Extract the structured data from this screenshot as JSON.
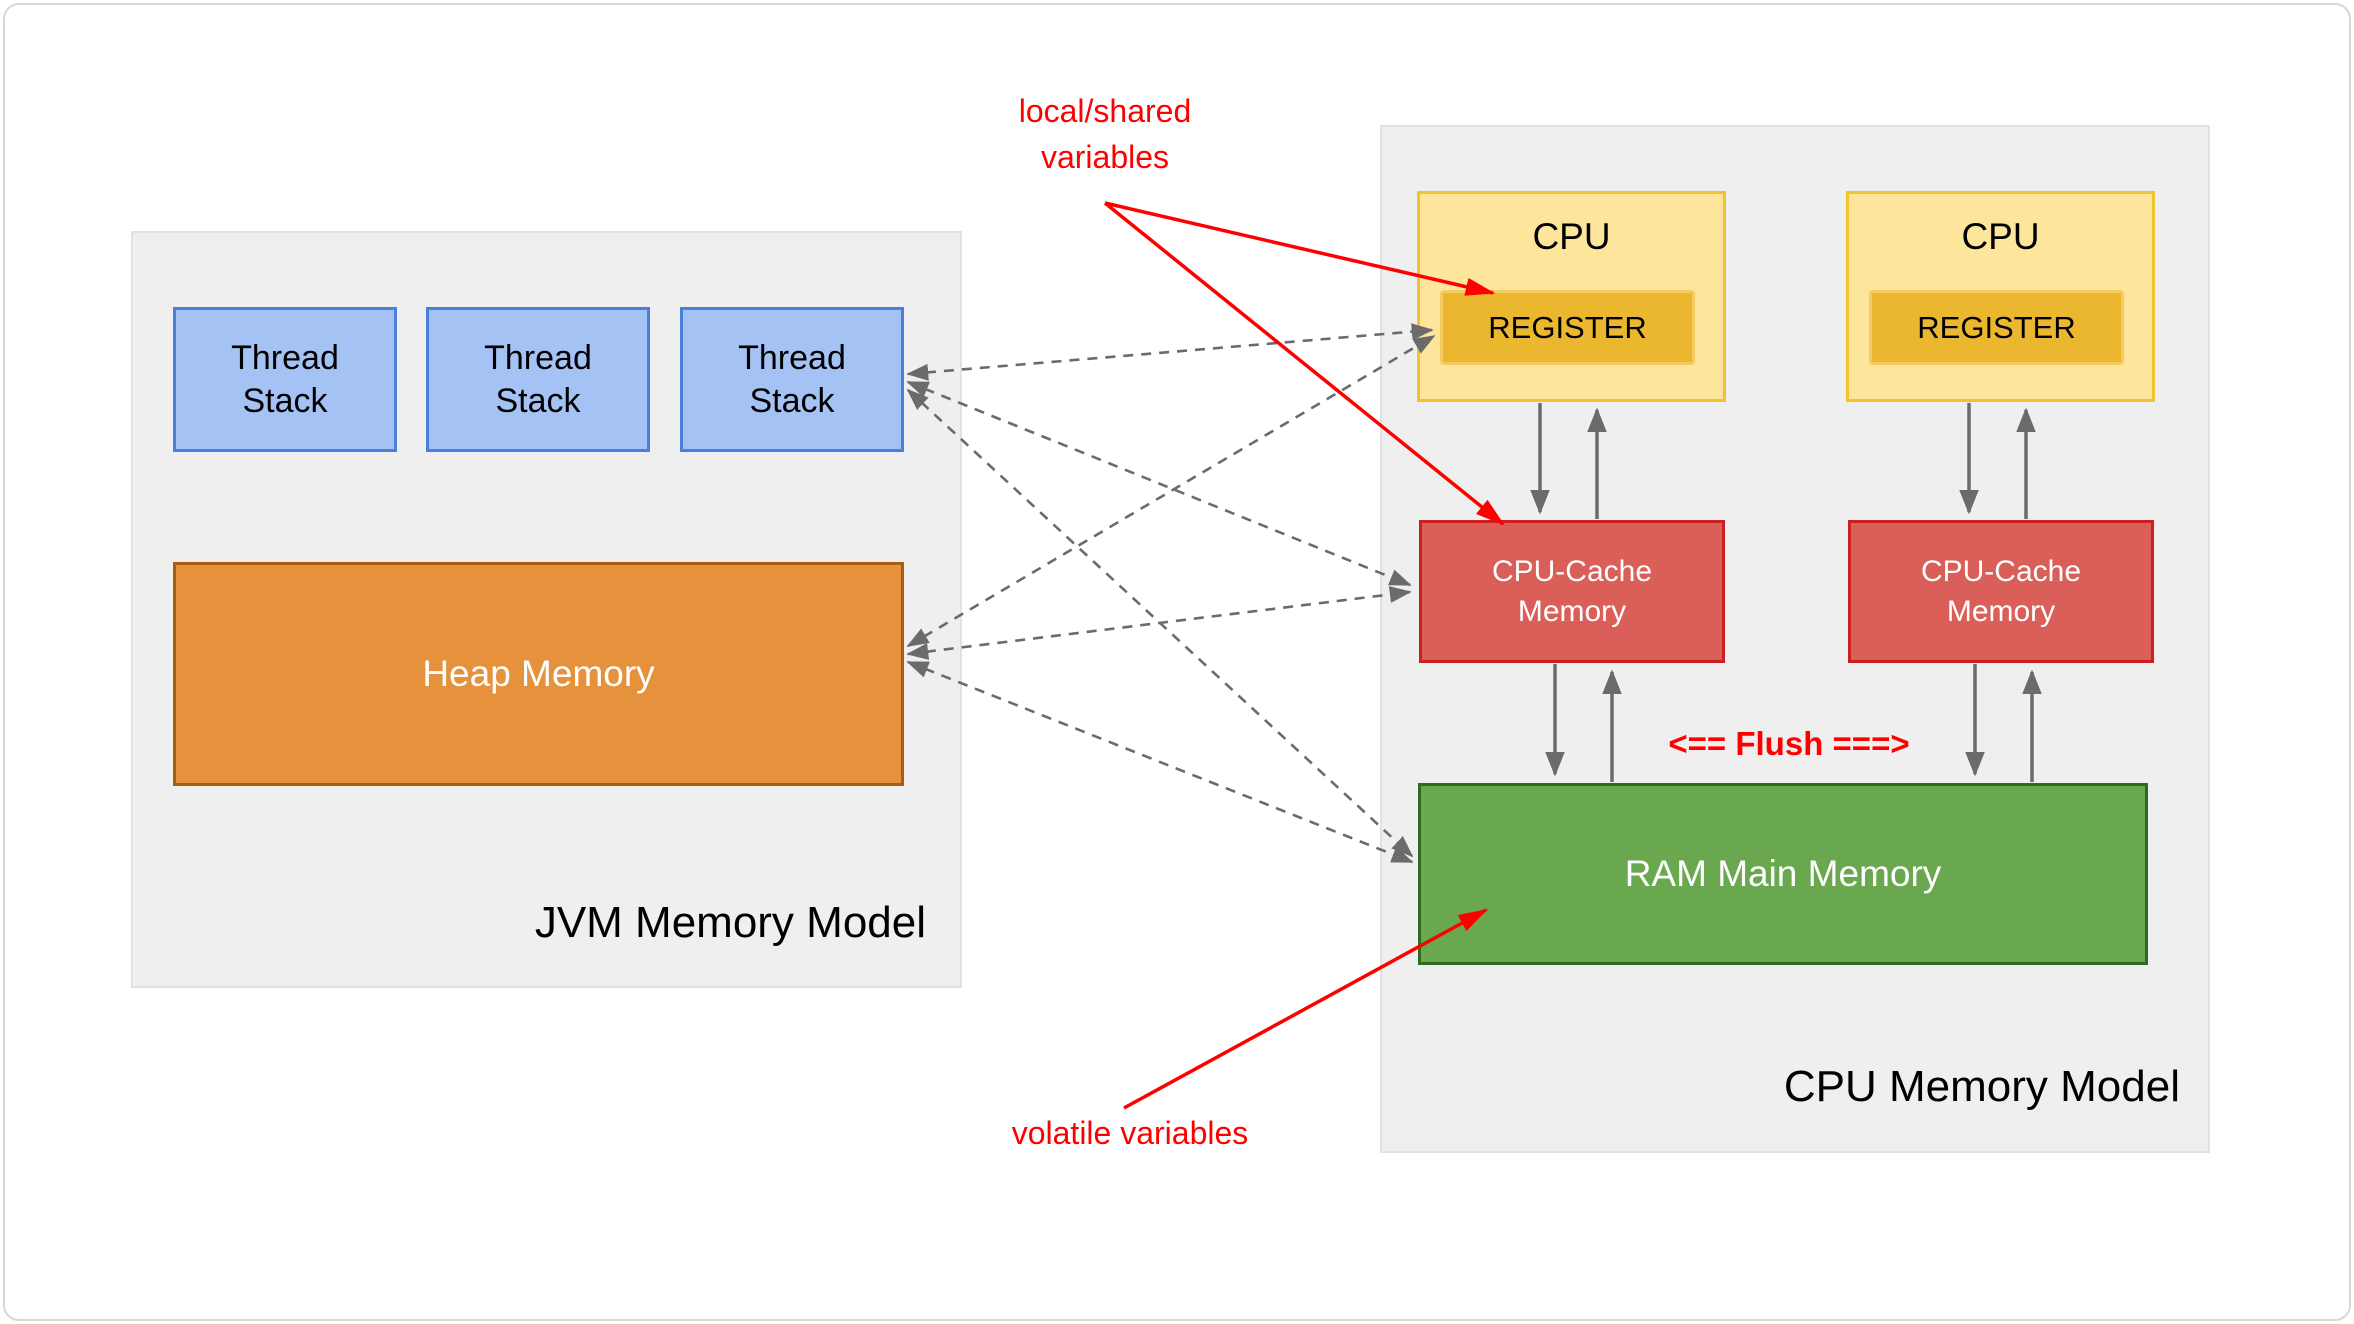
{
  "jvm_panel": {
    "title": "JVM Memory Model",
    "thread_stack": {
      "line1": "Thread",
      "line2": "Stack"
    },
    "heap_label": "Heap Memory"
  },
  "cpu_panel": {
    "title": "CPU Memory Model",
    "cpu_label": "CPU",
    "register_label": "REGISTER",
    "cache": {
      "line1": "CPU-Cache",
      "line2": "Memory"
    },
    "ram_label": "RAM Main Memory"
  },
  "annotations": {
    "local_shared": {
      "line1": "local/shared",
      "line2": "variables"
    },
    "volatile_label": "volatile variables",
    "flush_label": "<== Flush ===>"
  },
  "colors": {
    "panel_bg": "#efefef",
    "panel_border": "#e2e2e2",
    "thread_fill": "#a4c2f4",
    "thread_border": "#4a80d9",
    "heap_fill": "#e6913c",
    "heap_border": "#aa5e0f",
    "cpu_fill": "#fde59c",
    "cpu_border": "#f1c232",
    "register_fill": "#eab72f",
    "register_border": "#f3cb60",
    "cache_fill": "#da5f59",
    "cache_border": "#cc1f1f",
    "ram_fill": "#69a84f",
    "ram_border": "#2f6b1f",
    "annotation_red": "#ff0000",
    "connector_gray": "#6b6b6b"
  }
}
